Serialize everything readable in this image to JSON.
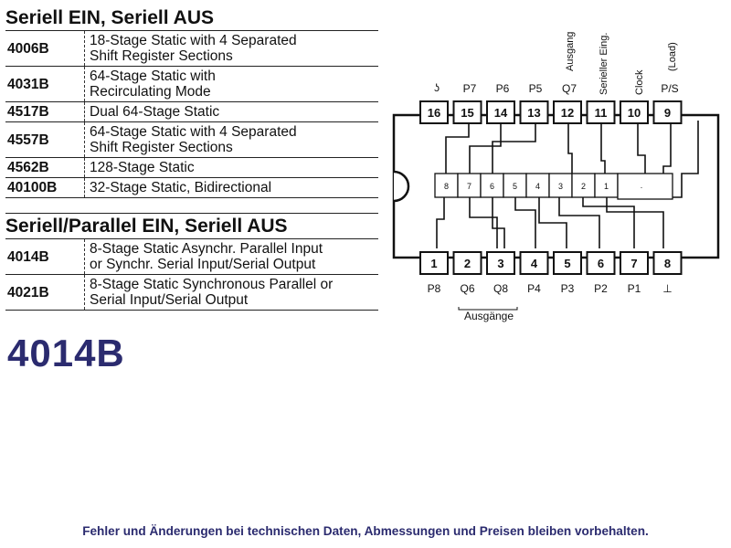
{
  "section1": {
    "title": "Seriell EIN, Seriell AUS",
    "rows": [
      {
        "code": "4006B",
        "lines": [
          "18-Stage Static with 4 Separated",
          "Shift Register Sections"
        ]
      },
      {
        "code": "4031B",
        "lines": [
          "64-Stage Static with",
          "Recirculating Mode"
        ]
      },
      {
        "code": "4517B",
        "lines": [
          "Dual 64-Stage Static"
        ]
      },
      {
        "code": "4557B",
        "lines": [
          "64-Stage Static with 4 Separated",
          "Shift Register Sections"
        ]
      },
      {
        "code": "4562B",
        "lines": [
          "128-Stage Static"
        ]
      },
      {
        "code": "40100B",
        "lines": [
          "32-Stage Static, Bidirectional"
        ]
      }
    ]
  },
  "section2": {
    "title": "Seriell/Parallel EIN, Seriell AUS",
    "rows": [
      {
        "code": "4014B",
        "lines": [
          "8-Stage Static Asynchr. Parallel Input",
          "or Synchr. Serial Input/Serial Output"
        ]
      },
      {
        "code": "4021B",
        "lines": [
          "8-Stage Static Synchronous Parallel or",
          "Serial Input/Serial Output"
        ]
      }
    ]
  },
  "product": "4014B",
  "diagram": {
    "top_pins": [
      "16",
      "15",
      "14",
      "13",
      "12",
      "11",
      "10",
      "9"
    ],
    "top_labels": [
      "P7",
      "P6",
      "P5",
      "Q7"
    ],
    "vertical_labels": [
      "Ausgang",
      "Serieller Eing.",
      "Clock",
      "(Load)",
      "P/S"
    ],
    "bottom_pins": [
      "1",
      "2",
      "3",
      "4",
      "5",
      "6",
      "7",
      "8"
    ],
    "bottom_labels": [
      "P8",
      "Q6",
      "Q8",
      "P4",
      "P3",
      "P2",
      "P1",
      "⊥"
    ],
    "bottom_caption": "Ausgänge",
    "cells": [
      "8",
      "7",
      "6",
      "5",
      "4",
      "3",
      "2",
      "1"
    ]
  },
  "footer": "Fehler und Änderungen bei technischen Daten, Abmessungen und Preisen bleiben vorbehalten."
}
